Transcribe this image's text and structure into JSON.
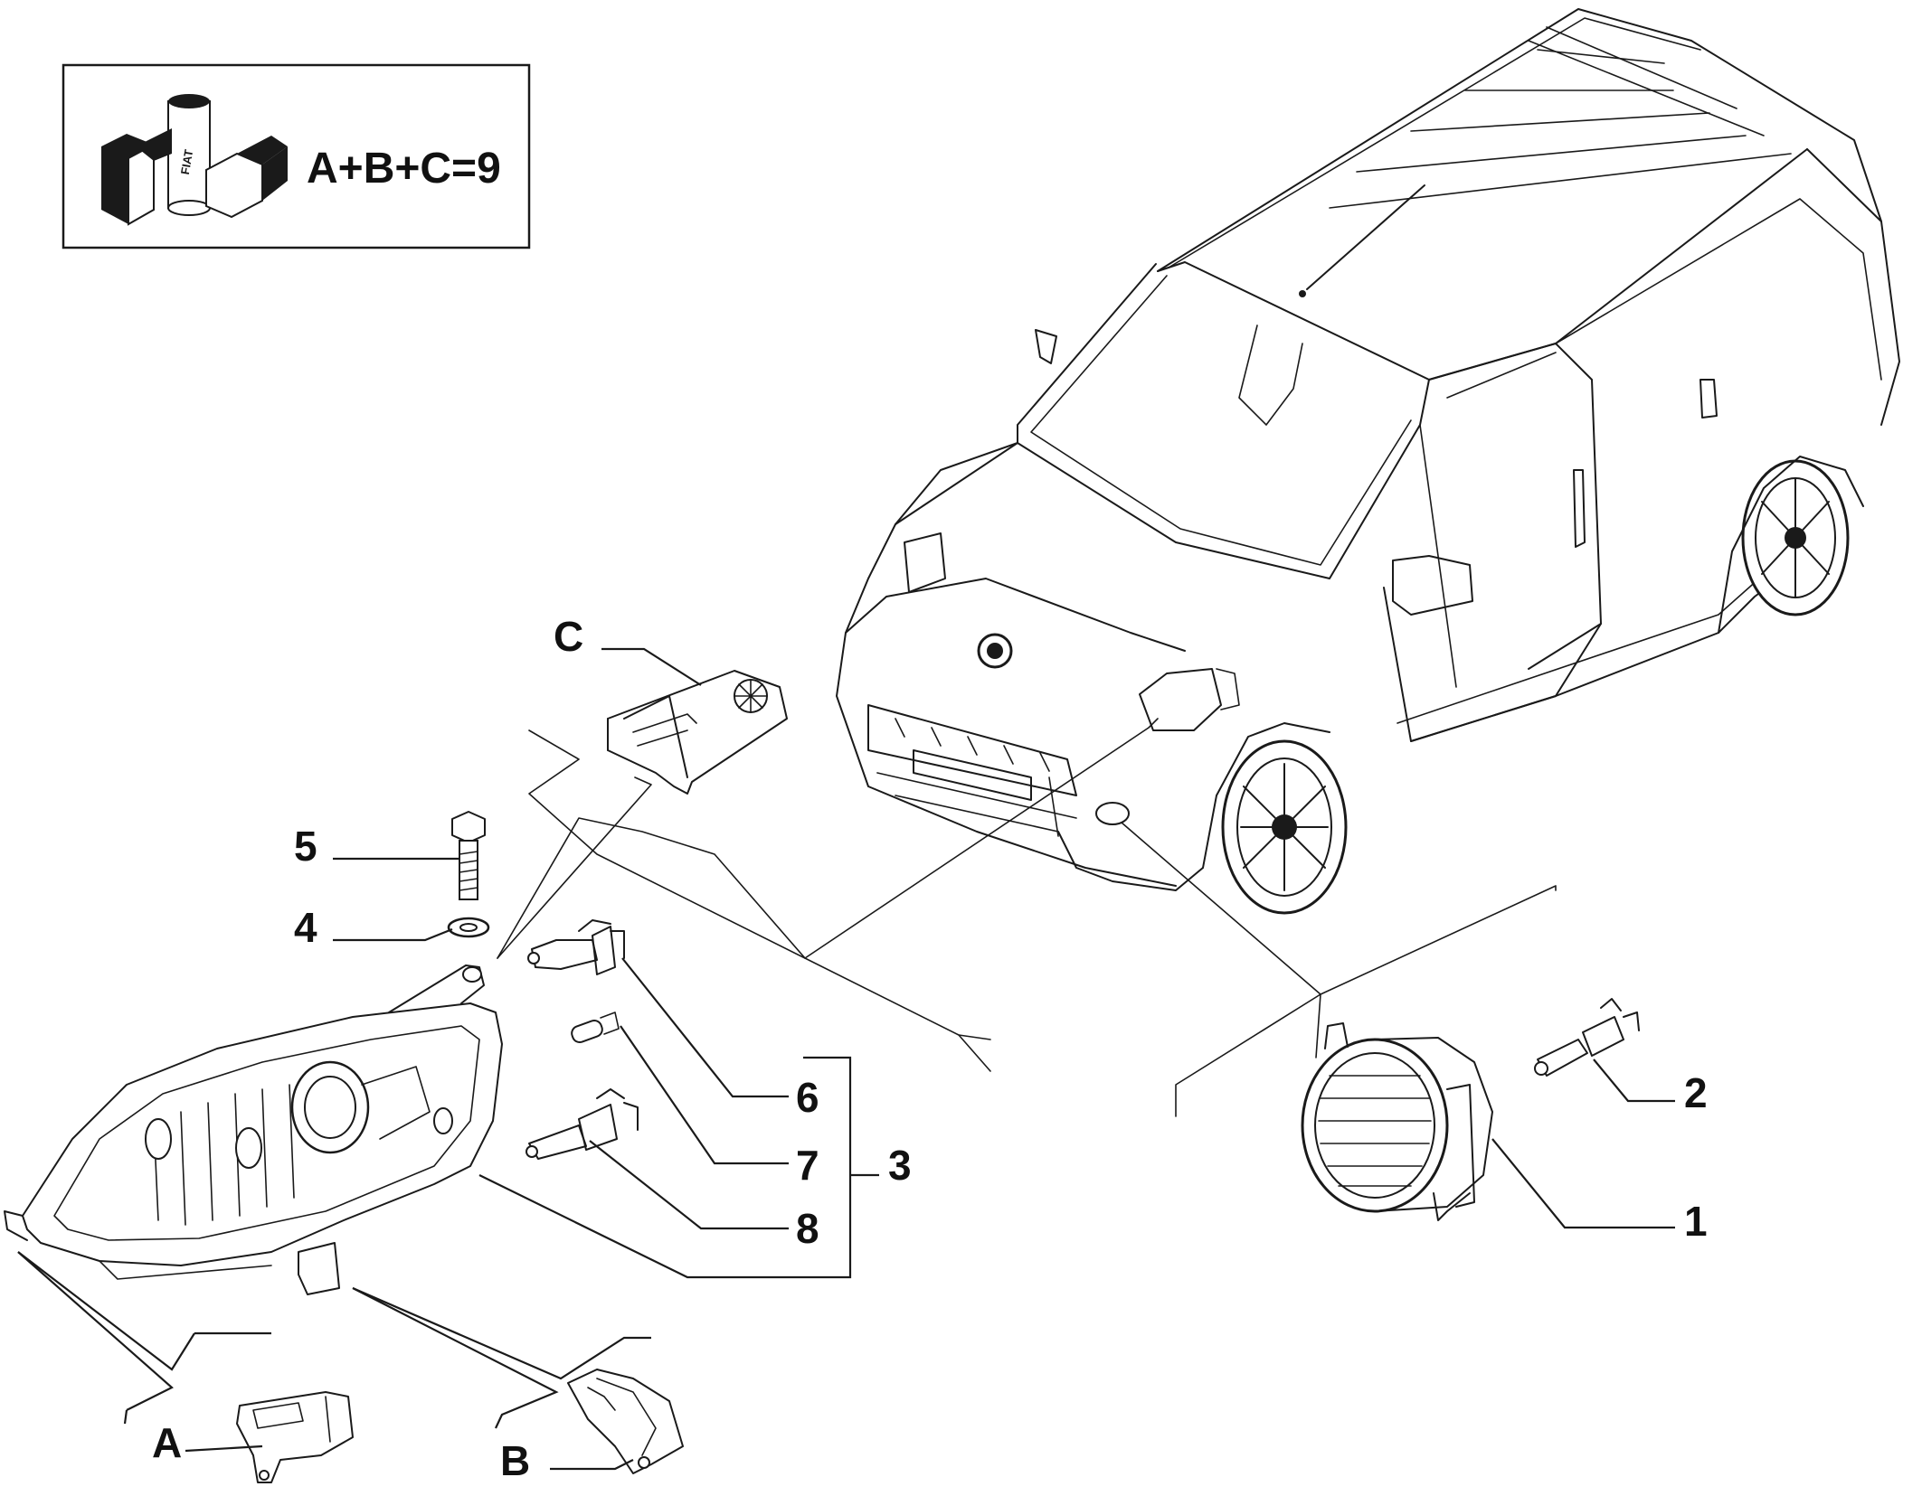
{
  "kit_box": {
    "formula": "A+B+C=9",
    "logo_text": "FIAT"
  },
  "callouts": {
    "c1": "1",
    "c2": "2",
    "c3": "3",
    "c4": "4",
    "c5": "5",
    "c6": "6",
    "c7": "7",
    "c8": "8",
    "cA": "A",
    "cB": "B",
    "cC": "C"
  }
}
